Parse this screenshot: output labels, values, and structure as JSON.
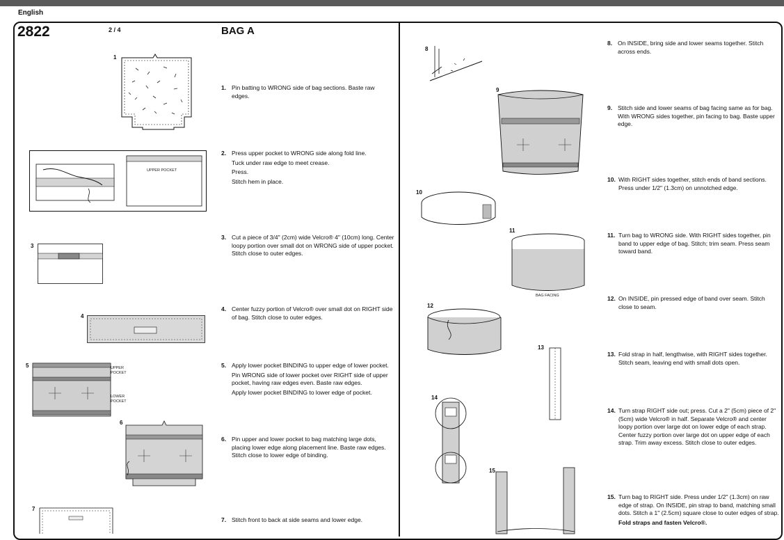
{
  "header": {
    "language": "English"
  },
  "pattern_number": "2822",
  "page_number": "2 / 4",
  "section_title": "BAG A",
  "figure_labels": {
    "upper_pocket": "UPPER POCKET",
    "upper_pocket_5a": "UPPER",
    "upper_pocket_5b": "POCKET",
    "lower_pocket_5a": "LOWER",
    "lower_pocket_5b": "POCKET",
    "bag_facing": "BAG FACING"
  },
  "figures": [
    "1",
    "2",
    "3",
    "4",
    "5",
    "6",
    "7",
    "8",
    "9",
    "10",
    "11",
    "12",
    "13",
    "14",
    "15"
  ],
  "steps": [
    {
      "num": "1.",
      "lines": [
        "Pin batting to WRONG side of bag sections. Baste raw edges."
      ]
    },
    {
      "num": "2.",
      "lines": [
        "Press upper pocket to WRONG side along fold line.",
        "Tuck under raw edge to meet crease.",
        "Press.",
        "Stitch hem in place."
      ]
    },
    {
      "num": "3.",
      "lines": [
        "Cut a piece of 3/4\" (2cm) wide Velcro® 4\" (10cm) long. Center loopy portion over small dot on WRONG side of upper pocket. Stitch close to outer edges."
      ]
    },
    {
      "num": "4.",
      "lines": [
        "Center fuzzy portion of Velcro® over small dot on RIGHT side of bag. Stitch close to outer edges."
      ]
    },
    {
      "num": "5.",
      "lines": [
        "Apply lower pocket BINDING to upper edge of lower pocket.",
        "Pin WRONG side of lower pocket over RIGHT side of upper pocket, having raw edges even. Baste raw edges.",
        "Apply lower pocket BINDING to lower edge of pocket."
      ]
    },
    {
      "num": "6.",
      "lines": [
        "Pin upper and lower pocket to bag matching large dots, placing lower edge along placement line. Baste raw edges. Stitch close to lower edge of binding."
      ]
    },
    {
      "num": "7.",
      "lines": [
        "Stitch front to back at side seams and lower edge."
      ]
    },
    {
      "num": "8.",
      "lines": [
        "On INSIDE, bring side and lower seams together. Stitch across ends."
      ]
    },
    {
      "num": "9.",
      "lines": [
        "Stitch side and lower seams of bag facing same as for bag. With WRONG sides together, pin facing to bag. Baste upper edge."
      ]
    },
    {
      "num": "10.",
      "lines": [
        "With RIGHT sides together, stitch ends of band sections. Press under 1/2\" (1.3cm) on unnotched edge."
      ]
    },
    {
      "num": "11.",
      "lines": [
        "Turn bag to WRONG side. With RIGHT sides together, pin band to upper edge of bag. Stitch; trim seam. Press seam toward band."
      ]
    },
    {
      "num": "12.",
      "lines": [
        "On INSIDE, pin pressed edge of band over seam. Stitch close to seam."
      ]
    },
    {
      "num": "13.",
      "lines": [
        "Fold strap in half, lengthwise, with RIGHT sides together. Stitch seam, leaving end with small dots open."
      ]
    },
    {
      "num": "14.",
      "lines": [
        "Turn strap RIGHT side out; press. Cut a 2\" (5cm) piece of 2\" (5cm) wide Velcro® in half. Separate Velcro® and center loopy portion over large dot on lower edge of each strap. Center fuzzy portion over large dot on upper edge of each strap. Trim away excess. Stitch close to outer edges."
      ]
    },
    {
      "num": "15.",
      "lines": [
        "Turn bag to RIGHT side. Press under 1/2\" (1.3cm) on raw edge of strap. On INSIDE, pin strap to band, matching small dots. Stitch a 1\" (2.5cm) square close to outer edges of strap.",
        "Fold straps and fasten Velcro®."
      ]
    }
  ]
}
